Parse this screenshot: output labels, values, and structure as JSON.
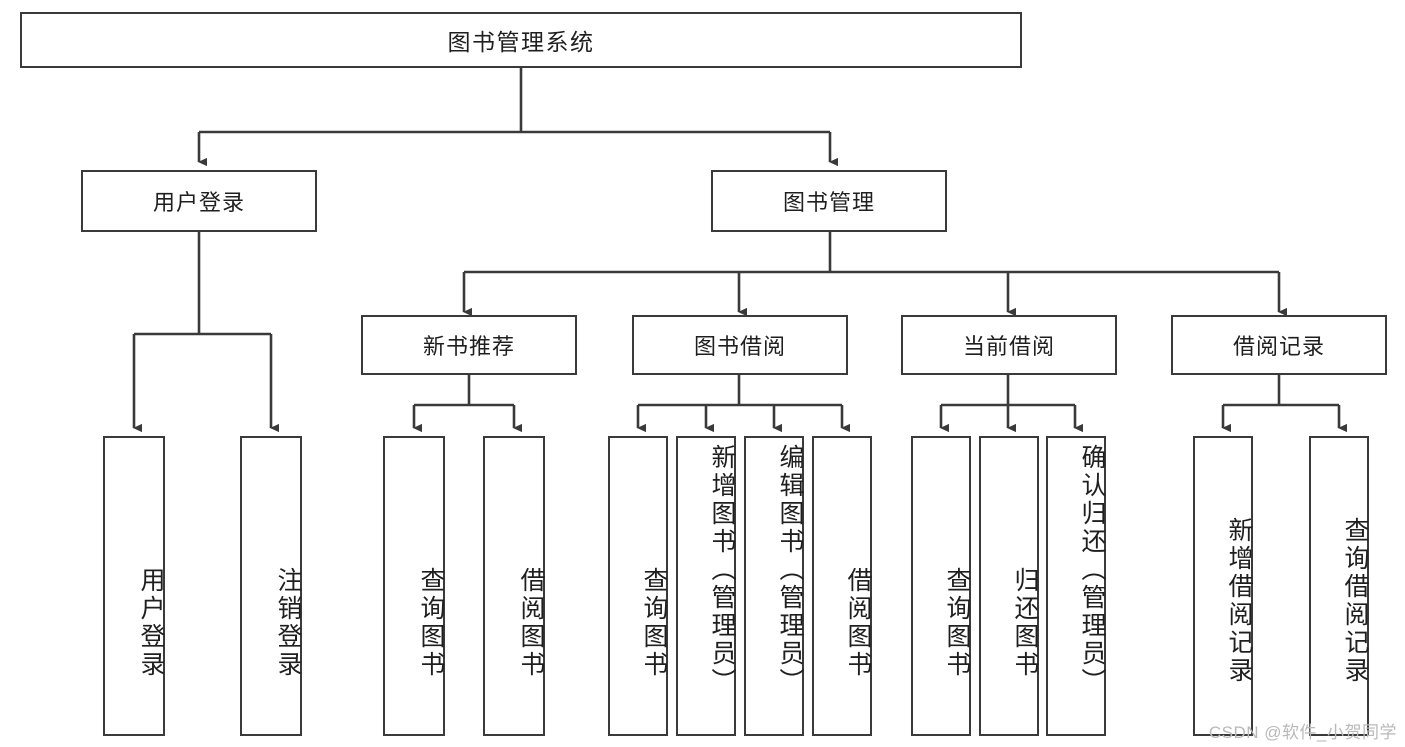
{
  "diagram": {
    "type": "tree-hierarchy",
    "title_node": {
      "label": "图书管理系统"
    },
    "level2": [
      {
        "id": "user-login",
        "label": "用户登录"
      },
      {
        "id": "book-manage",
        "label": "图书管理"
      }
    ],
    "level3": [
      {
        "id": "new-book-recommend",
        "label": "新书推荐"
      },
      {
        "id": "book-borrow",
        "label": "图书借阅"
      },
      {
        "id": "current-borrow",
        "label": "当前借阅"
      },
      {
        "id": "borrow-record",
        "label": "借阅记录"
      }
    ],
    "leaves": {
      "user_login": [
        {
          "id": "leaf-user-login",
          "label": "用户登录"
        },
        {
          "id": "leaf-logout",
          "label": "注销登录"
        }
      ],
      "new_book_recommend": [
        {
          "id": "leaf-query-book-1",
          "label": "查询图书"
        },
        {
          "id": "leaf-borrow-book-1",
          "label": "借阅图书"
        }
      ],
      "book_borrow": [
        {
          "id": "leaf-query-book-2",
          "label": "查询图书"
        },
        {
          "id": "leaf-add-book",
          "label": "新增图书（管理员）"
        },
        {
          "id": "leaf-edit-book",
          "label": "编辑图书（管理员）"
        },
        {
          "id": "leaf-borrow-book-2",
          "label": "借阅图书"
        }
      ],
      "current_borrow": [
        {
          "id": "leaf-query-book-3",
          "label": "查询图书"
        },
        {
          "id": "leaf-return-book",
          "label": "归还图书"
        },
        {
          "id": "leaf-confirm-return",
          "label": "确认归还（管理员）"
        }
      ],
      "borrow_record": [
        {
          "id": "leaf-add-record",
          "label": "新增借阅记录"
        },
        {
          "id": "leaf-query-record",
          "label": "查询借阅记录"
        }
      ]
    }
  },
  "watermark": {
    "text": "CSDN @软件_小贺同学"
  },
  "colors": {
    "stroke": "#3a3a3a",
    "background": "#ffffff",
    "text": "#1f1f1f",
    "watermark": "#b9b9b9"
  }
}
